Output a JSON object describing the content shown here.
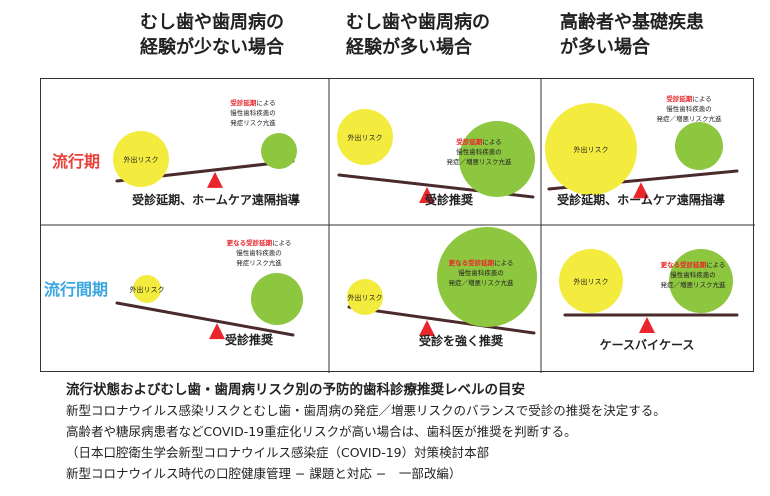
{
  "columns": [
    {
      "title_line1": "むし歯や歯周病の",
      "title_line2": "経験が少ない場合"
    },
    {
      "title_line1": "むし歯や歯周病の",
      "title_line2": "経験が多い場合"
    },
    {
      "title_line1": "高齢者や基礎疾患",
      "title_line2": "が多い場合"
    }
  ],
  "rows": [
    {
      "label": "流行期",
      "color": "#e8403a"
    },
    {
      "label": "流行間期",
      "color": "#3aa7e0"
    }
  ],
  "cells": [
    {
      "row": 0,
      "col": 0,
      "left_text": "外出リスク",
      "right_lines": [
        [
          "受診延期",
          "による"
        ],
        [
          "慢性歯科疾患の"
        ],
        [
          "発症リスク亢進"
        ]
      ],
      "recommendation": "受診延期、ホームケア遠隔指導"
    },
    {
      "row": 0,
      "col": 1,
      "left_text": "外出リスク",
      "right_lines": [
        [
          "受診延期",
          "による"
        ],
        [
          "慢性歯科疾患の"
        ],
        [
          "発症／増悪リスク亢進"
        ]
      ],
      "recommendation": "受診推奨"
    },
    {
      "row": 0,
      "col": 2,
      "left_text": "外出リスク",
      "right_lines": [
        [
          "受診延期",
          "による"
        ],
        [
          "慢性歯科疾患の"
        ],
        [
          "発症／増悪リスク亢進"
        ]
      ],
      "recommendation": "受診延期、ホームケア遠隔指導"
    },
    {
      "row": 1,
      "col": 0,
      "left_text": "外出リスク",
      "right_lines": [
        [
          "更なる受診延期",
          "による"
        ],
        [
          "慢性歯科疾患の"
        ],
        [
          "発症リスク亢進"
        ]
      ],
      "recommendation": "受診推奨"
    },
    {
      "row": 1,
      "col": 1,
      "left_text": "外出リスク",
      "right_lines": [
        [
          "更なる受診延期",
          "による"
        ],
        [
          "慢性歯科疾患の"
        ],
        [
          "発症／増悪リスク亢進"
        ]
      ],
      "recommendation": "受診を強く推奨"
    },
    {
      "row": 1,
      "col": 2,
      "left_text": "外出リスク",
      "right_lines": [
        [
          "更なる受診延期",
          "による"
        ],
        [
          "慢性歯科疾患の"
        ],
        [
          "発症／増悪リスク亢進"
        ]
      ],
      "recommendation": "ケースバイケース"
    }
  ],
  "colors": {
    "yellow": "#f3ec3e",
    "green": "#8dc63f",
    "red_triangle": "#e8262b",
    "beam": "#4a2a2a",
    "accent_red": "#e8262b"
  },
  "caption": {
    "title": "流行状態およびむし歯・歯周病リスク別の予防的歯科診療推奨レベルの目安",
    "line1": "新型コロナウイルス感染リスクとむし歯・歯周病の発症／増悪リスクのバランスで受診の推奨を決定する。",
    "line2": "高齢者や糖尿病患者などCOVID-19重症化リスクが高い場合は、歯科医が推奨を判断する。",
    "line3": "（日本口腔衛生学会新型コロナウイルス感染症（COVID-19）対策検討本部",
    "line4": "新型コロナウイルス時代の口腔健康管理 − 課題と対応 −　一部改編）"
  }
}
